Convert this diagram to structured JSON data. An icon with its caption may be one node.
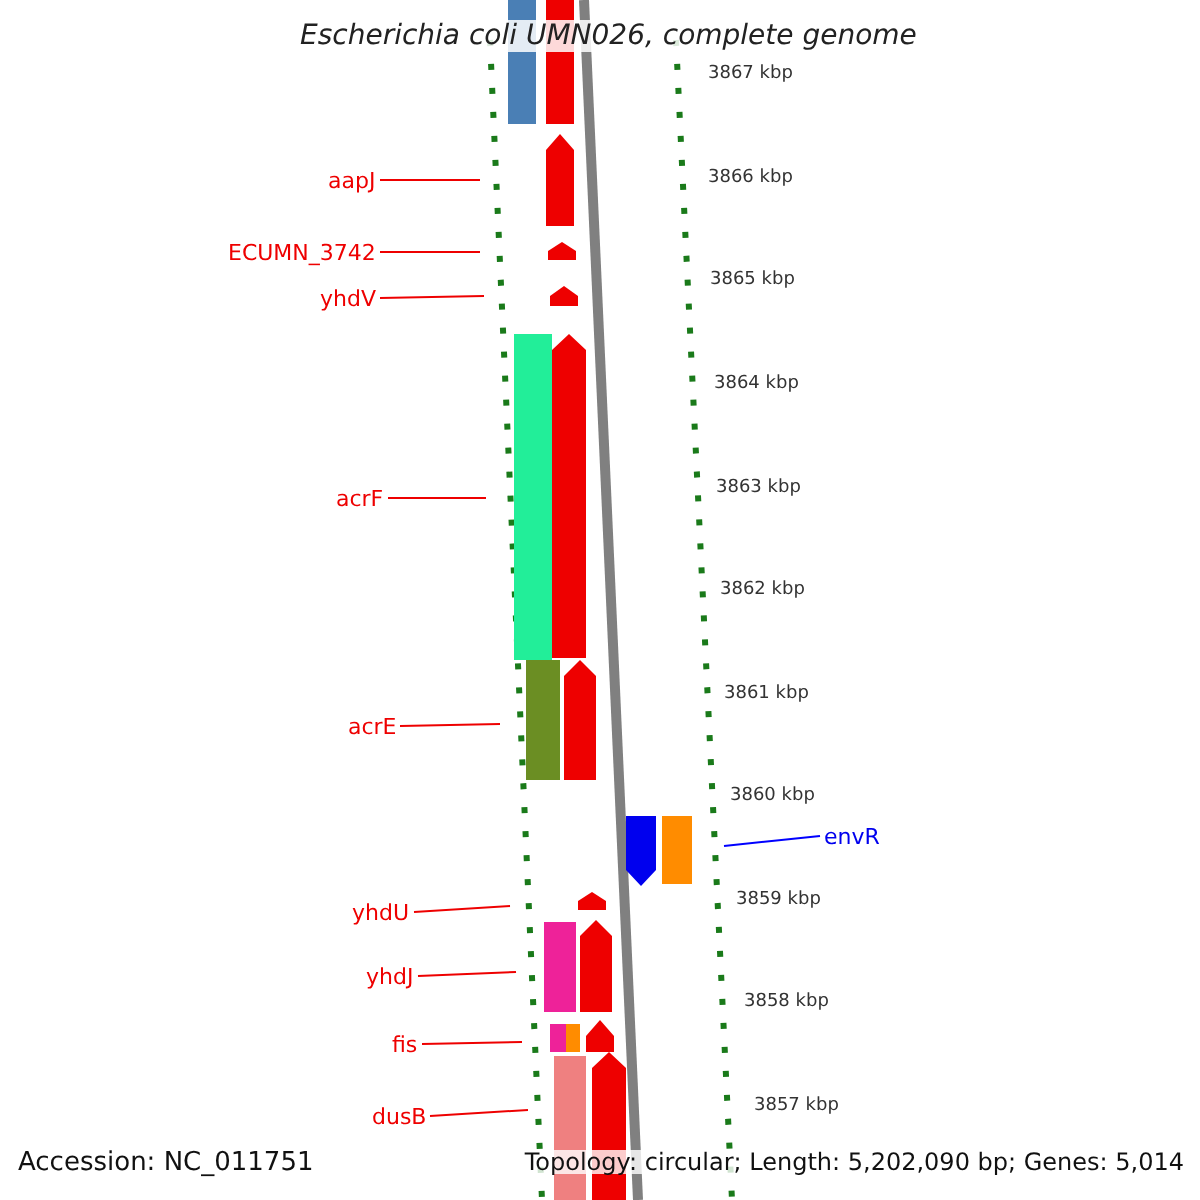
{
  "diagram": {
    "title": "Escherichia coli UMN026, complete genome",
    "nodes": [
      {
        "text": [
          "aapJ"
        ]
      },
      {
        "text": [
          "ECUMN_3742"
        ]
      },
      {
        "text": [
          "yhdV"
        ]
      },
      {
        "text": [
          "acrF"
        ]
      },
      {
        "text": [
          "acrE"
        ]
      },
      {
        "text": [
          "envR"
        ]
      },
      {
        "text": [
          "yhdU"
        ]
      },
      {
        "text": [
          "yhdJ"
        ]
      },
      {
        "text": [
          "fis"
        ]
      },
      {
        "text": [
          "dusB"
        ]
      }
    ],
    "edges": [
      {
        "from": 0,
        "to": null,
        "arrow": "none"
      },
      {
        "from": 1,
        "to": null,
        "arrow": "none"
      },
      {
        "from": 2,
        "to": null,
        "arrow": "none"
      },
      {
        "from": 3,
        "to": null,
        "arrow": "none"
      },
      {
        "from": 4,
        "to": null,
        "arrow": "none"
      },
      {
        "from": 5,
        "to": null,
        "arrow": "none",
        "color": "#0000ff"
      },
      {
        "from": 6,
        "to": null,
        "arrow": "none"
      },
      {
        "from": 7,
        "to": null,
        "arrow": "none"
      },
      {
        "from": 8,
        "to": null,
        "arrow": "none"
      },
      {
        "from": 9,
        "to": null,
        "arrow": "none"
      }
    ],
    "labels": [
      "3867 kbp",
      "3866 kbp",
      "3865 kbp",
      "3864 kbp",
      "3863 kbp",
      "3862 kbp",
      "3861 kbp",
      "3860 kbp",
      "3859 kbp",
      "3858 kbp",
      "3857 kbp",
      "Accession: NC_011751",
      "Topology: circular; Length: 5,202,090 bp; Genes: 5,014"
    ]
  }
}
